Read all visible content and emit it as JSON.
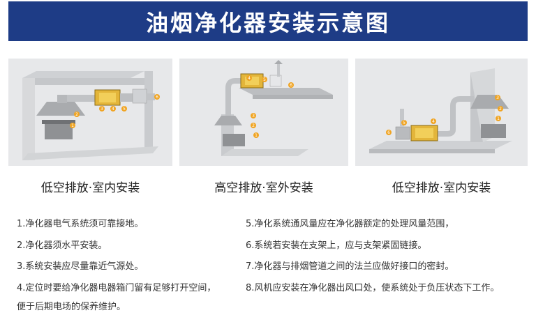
{
  "title": "油烟净化器安装示意图",
  "panels": [
    {
      "caption": "低空排放·室内安装",
      "markers": [
        "1",
        "2",
        "3",
        "4",
        "5",
        "6"
      ]
    },
    {
      "caption": "高空排放·室外安装",
      "markers": [
        "1",
        "2",
        "3",
        "4",
        "5",
        "6"
      ]
    },
    {
      "caption": "低空排放·室内安装",
      "markers": [
        "1",
        "2",
        "3",
        "4",
        "5",
        "6"
      ]
    }
  ],
  "notes_left": [
    "1.净化器电气系统须可靠接地。",
    "2.净化器须水平安装。",
    "3.系统安装应尽量靠近气源处。",
    "4.定位时要给净化器电器箱门留有足够打开空间，",
    "便于后期电场的保养维护。"
  ],
  "notes_right": [
    "5.净化系统通风量应在净化器额定的处理风量范围，",
    "6.系统若安装在支架上，应与支架紧固链接。",
    "7.净化器与排烟管道之间的法兰应做好接口的密封。",
    "8.风机应安装在净化器出风口处，使系统处于负压状态下工作。"
  ],
  "colors": {
    "banner": "#1e3c86",
    "marker": "#f0a422",
    "purifier": "#e3b53a"
  }
}
